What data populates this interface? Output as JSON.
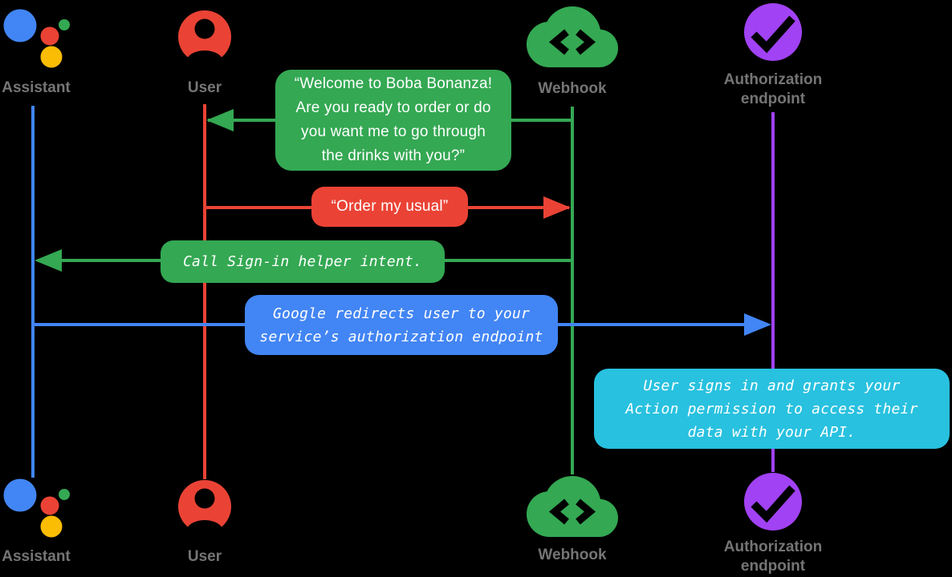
{
  "colors": {
    "assistant_blue": "#4285F4",
    "user_red": "#EA4335",
    "webhook_green": "#34A853",
    "authorization_purple": "#A142F4",
    "assistant_logo_yellow": "#FBBC04",
    "note_cyan": "#28C1DF",
    "label_gray": "#757575",
    "message_text_white": "#FFFFFF",
    "background": "#000000"
  },
  "actors": {
    "assistant": {
      "label": "Assistant"
    },
    "user": {
      "label": "User"
    },
    "webhook": {
      "label": "Webhook"
    },
    "authorization": {
      "label_line1": "Authorization",
      "label_line2": "endpoint"
    }
  },
  "messages": {
    "welcome": {
      "from": "webhook",
      "to": "user",
      "lines": [
        "“Welcome to Boba Bonanza!",
        "Are you ready to order or do",
        "you want me to go through",
        "the drinks with you?”"
      ]
    },
    "order": {
      "from": "user",
      "to": "webhook",
      "lines": [
        "“Order my usual”"
      ]
    },
    "signin_helper": {
      "from": "webhook",
      "to": "assistant",
      "lines": [
        "Call Sign-in helper intent."
      ]
    },
    "redirect": {
      "from": "assistant",
      "to": "authorization",
      "lines": [
        "Google redirects user to your",
        "service’s authorization endpoint"
      ]
    },
    "signin_note": {
      "note_on": "authorization",
      "lines": [
        "User signs in and grants your",
        "Action permission to access their",
        "data with your API."
      ]
    }
  }
}
